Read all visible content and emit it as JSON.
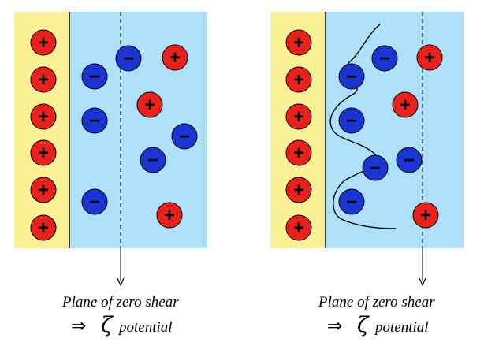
{
  "colors": {
    "wall": "#faf195",
    "liquid": "#aee0f7",
    "positive_ion": "#e8211b",
    "negative_ion": "#1a34d2",
    "ion_outline": "#000000",
    "line": "#000000"
  },
  "ion_signs": {
    "positive": "+",
    "negative": "−"
  },
  "panels": [
    {
      "id": "left",
      "caption": {
        "line1": "Plane of zero shear",
        "arrow": "⇒",
        "symbol": "ζ",
        "word": "potential"
      }
    },
    {
      "id": "right",
      "caption": {
        "line1": "Plane of zero shear",
        "arrow": "⇒",
        "symbol": "ζ",
        "word": "potential"
      }
    }
  ]
}
